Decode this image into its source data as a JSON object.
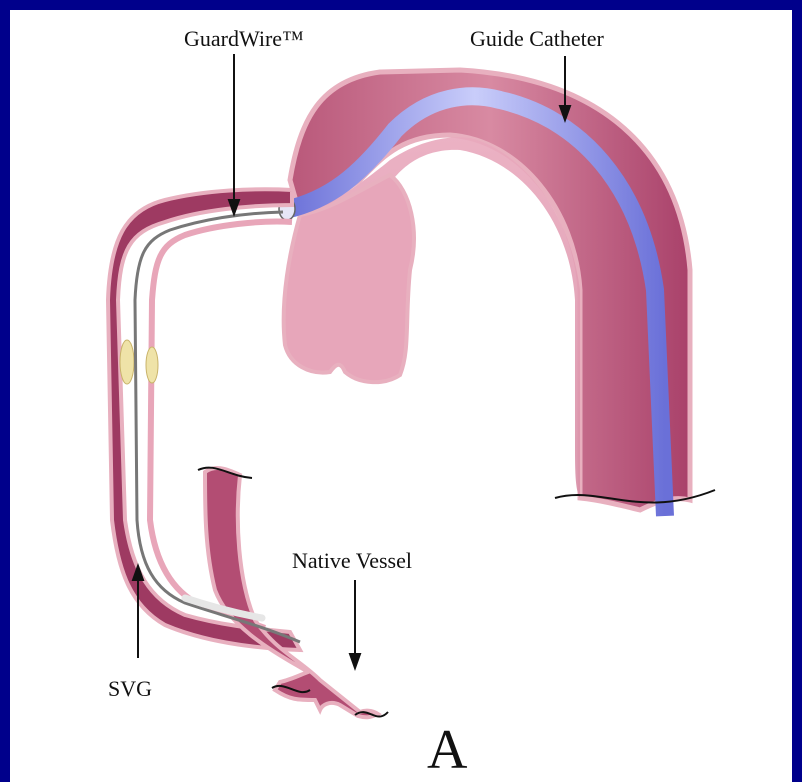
{
  "labels": {
    "guardwire": "GuardWire™",
    "guide_catheter": "Guide Catheter",
    "native_vessel": "Native Vessel",
    "svg": "SVG",
    "panel": "A"
  },
  "colors": {
    "border": "#00008b",
    "vessel_wall": "#d48b9e",
    "vessel_lumen": "#c06a86",
    "vessel_dark": "#8a2a4d",
    "catheter": "#8c93e8",
    "plaque": "#efe3a8",
    "wire": "#555555"
  }
}
